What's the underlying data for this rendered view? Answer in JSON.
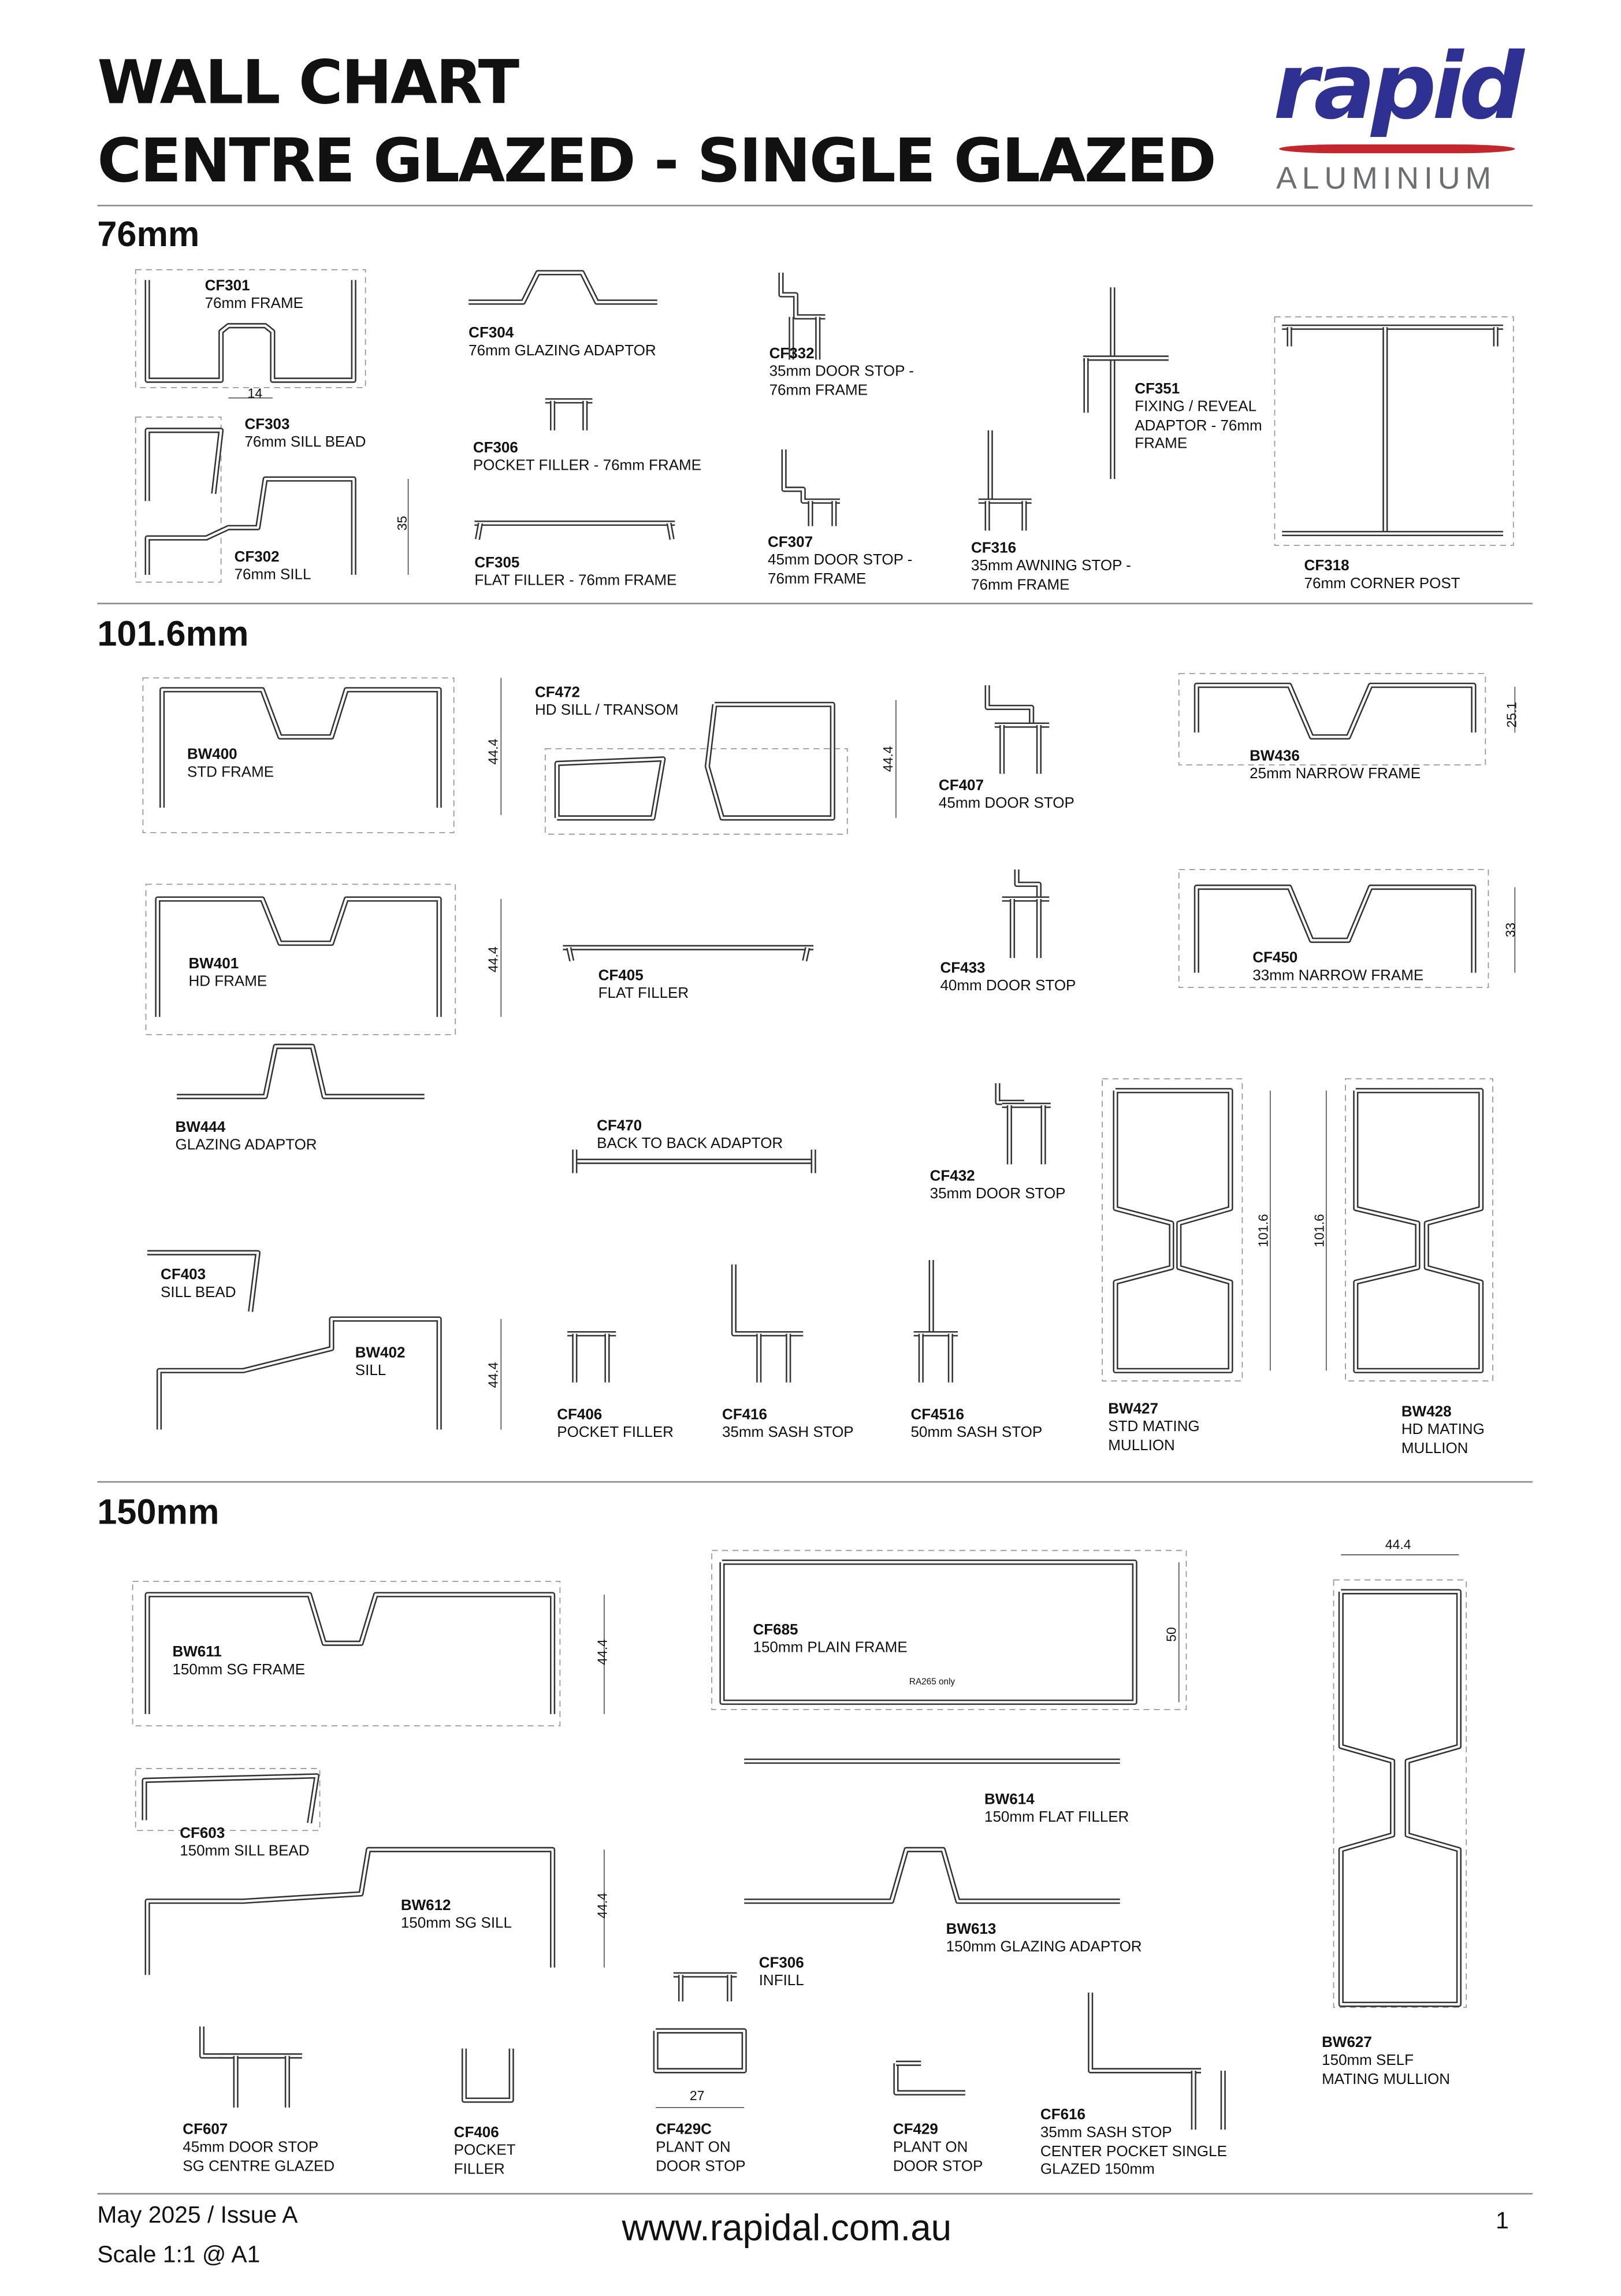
{
  "header": {
    "title_line1": "WALL CHART",
    "title_line2": "CENTRE GLAZED - SINGLE GLAZED"
  },
  "logo": {
    "wordmark": "rapid",
    "subtitle": "ALUMINIUM",
    "brand_color": "#2e3192",
    "accent_color": "#c1272d"
  },
  "sections": [
    {
      "title": "76mm",
      "parts": [
        {
          "code": "CF301",
          "desc": [
            "76mm FRAME"
          ]
        },
        {
          "code": "CF303",
          "desc": [
            "76mm SILL BEAD"
          ]
        },
        {
          "code": "CF302",
          "desc": [
            "76mm SILL"
          ]
        },
        {
          "code": "CF304",
          "desc": [
            "76mm GLAZING ADAPTOR"
          ]
        },
        {
          "code": "CF306",
          "desc": [
            "POCKET FILLER - 76mm FRAME"
          ]
        },
        {
          "code": "CF305",
          "desc": [
            "FLAT FILLER - 76mm FRAME"
          ]
        },
        {
          "code": "CF332",
          "desc": [
            "35mm DOOR STOP -",
            "76mm FRAME"
          ]
        },
        {
          "code": "CF307",
          "desc": [
            "45mm DOOR STOP -",
            "76mm FRAME"
          ]
        },
        {
          "code": "CF316",
          "desc": [
            "35mm AWNING STOP -",
            "76mm FRAME"
          ]
        },
        {
          "code": "CF351",
          "desc": [
            "FIXING / REVEAL",
            "ADAPTOR - 76mm",
            "FRAME"
          ]
        },
        {
          "code": "CF318",
          "desc": [
            "76mm CORNER POST"
          ]
        }
      ],
      "dims": [
        "14",
        "35"
      ]
    },
    {
      "title": "101.6mm",
      "parts": [
        {
          "code": "BW400",
          "desc": [
            "STD FRAME"
          ]
        },
        {
          "code": "CF472",
          "desc": [
            "HD SILL / TRANSOM"
          ]
        },
        {
          "code": "CF407",
          "desc": [
            "45mm DOOR STOP"
          ]
        },
        {
          "code": "BW436",
          "desc": [
            "25mm NARROW FRAME"
          ]
        },
        {
          "code": "BW401",
          "desc": [
            "HD FRAME"
          ]
        },
        {
          "code": "CF405",
          "desc": [
            "FLAT FILLER"
          ]
        },
        {
          "code": "CF433",
          "desc": [
            "40mm DOOR STOP"
          ]
        },
        {
          "code": "CF450",
          "desc": [
            "33mm NARROW FRAME"
          ]
        },
        {
          "code": "BW444",
          "desc": [
            "GLAZING ADAPTOR"
          ]
        },
        {
          "code": "CF470",
          "desc": [
            "BACK TO BACK ADAPTOR"
          ]
        },
        {
          "code": "CF432",
          "desc": [
            "35mm DOOR STOP"
          ]
        },
        {
          "code": "CF403",
          "desc": [
            "SILL BEAD"
          ]
        },
        {
          "code": "BW402",
          "desc": [
            "SILL"
          ]
        },
        {
          "code": "CF406",
          "desc": [
            "POCKET FILLER"
          ]
        },
        {
          "code": "CF416",
          "desc": [
            "35mm SASH STOP"
          ]
        },
        {
          "code": "CF4516",
          "desc": [
            "50mm SASH STOP"
          ]
        },
        {
          "code": "BW427",
          "desc": [
            "STD MATING",
            "MULLION"
          ]
        },
        {
          "code": "BW428",
          "desc": [
            "HD MATING",
            "MULLION"
          ]
        }
      ],
      "dims": [
        "44.4",
        "44.4",
        "25.1",
        "44.4",
        "33",
        "44.4",
        "101.6",
        "101.6"
      ]
    },
    {
      "title": "150mm",
      "parts": [
        {
          "code": "BW611",
          "desc": [
            "150mm SG FRAME"
          ]
        },
        {
          "code": "CF685",
          "desc": [
            "150mm PLAIN FRAME"
          ]
        },
        {
          "code": "BW614",
          "desc": [
            "150mm FLAT FILLER"
          ]
        },
        {
          "code": "CF603",
          "desc": [
            "150mm SILL BEAD"
          ]
        },
        {
          "code": "BW612",
          "desc": [
            "150mm SG SILL"
          ]
        },
        {
          "code": "BW613",
          "desc": [
            "150mm GLAZING ADAPTOR"
          ]
        },
        {
          "code": "CF306",
          "desc": [
            "INFILL"
          ]
        },
        {
          "code": "BW627",
          "desc": [
            "150mm SELF",
            "MATING MULLION"
          ]
        },
        {
          "code": "CF607",
          "desc": [
            "45mm DOOR STOP",
            "SG CENTRE GLAZED"
          ]
        },
        {
          "code": "CF406",
          "desc": [
            "POCKET",
            "FILLER"
          ]
        },
        {
          "code": "CF429C",
          "desc": [
            "PLANT ON",
            "DOOR STOP"
          ]
        },
        {
          "code": "CF429",
          "desc": [
            "PLANT ON",
            "DOOR STOP"
          ]
        },
        {
          "code": "CF616",
          "desc": [
            "35mm SASH STOP",
            "CENTER POCKET SINGLE",
            "GLAZED 150mm"
          ]
        }
      ],
      "dims": [
        "44.4",
        "50",
        "44.4",
        "44.4",
        "27"
      ],
      "note": "RA265 only"
    }
  ],
  "footer": {
    "date_issue": "May 2025 / Issue A",
    "scale": "Scale 1:1 @ A1",
    "website": "www.rapidal.com.au",
    "page": "1"
  }
}
